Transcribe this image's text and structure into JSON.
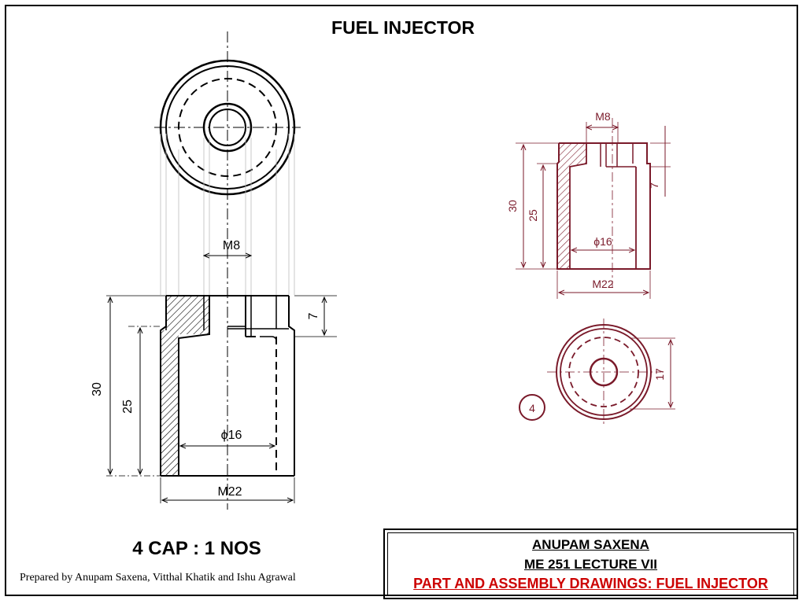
{
  "title": "FUEL INJECTOR",
  "part_label": "4 CAP :  1 NOS",
  "credits": "Prepared by Anupam Saxena, Vitthal Khatik and Ishu Agrawal",
  "title_block": {
    "author": "ANUPAM SAXENA",
    "course": "ME 251 LECTURE VII",
    "topic": "PART AND ASSEMBLY DRAWINGS: FUEL INJECTOR"
  },
  "drawing": {
    "dimensions": {
      "thread_small": "M8",
      "thread_large": "M22",
      "bore": "ϕ16",
      "overall_height": "30",
      "inner_height": "25",
      "slot_depth": "7"
    },
    "reference": {
      "thread_small": "M8",
      "thread_large": "M22",
      "bore": "ϕ16",
      "overall_height": "30",
      "inner_height": "25",
      "slot_depth": "7",
      "across": "17",
      "part_number": "4"
    }
  },
  "colors": {
    "ink": "#000000",
    "reference_ink": "#7a1a2a",
    "topic": "#cc0000"
  }
}
